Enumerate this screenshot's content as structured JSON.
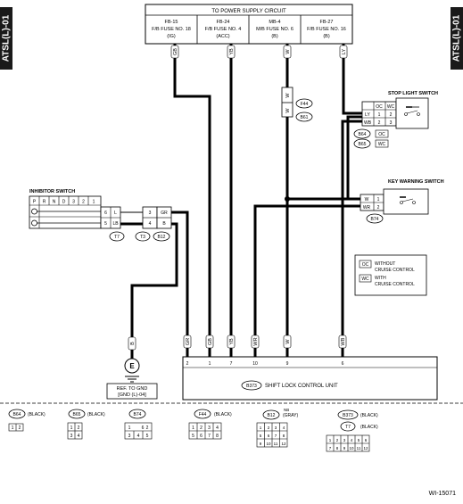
{
  "section_tab": "ATSL(L)-01",
  "doc_id": "WI-15071",
  "power": {
    "title": "TO POWER SUPPLY CIRCUIT",
    "fuses": [
      {
        "l1": "FB-15",
        "l2": "F/B FUSE NO. 18",
        "l3": "(IG)"
      },
      {
        "l1": "FB-24",
        "l2": "F/B FUSE NO. 4",
        "l3": "(ACC)"
      },
      {
        "l1": "MB-4",
        "l2": "M/B FUSE NO. 6",
        "l3": "(B)"
      },
      {
        "l1": "FB-27",
        "l2": "F/B FUSE NO. 16",
        "l3": "(B)"
      }
    ]
  },
  "wire_colors": {
    "gb": "GB",
    "yb": "YB",
    "w": "W",
    "ly": "LY",
    "wb": "WB",
    "wr": "WR",
    "gr": "GR",
    "b": "B",
    "lb": "LB",
    "l": "L"
  },
  "connectors": {
    "f44": "F44",
    "b61": "B61",
    "b64": "B64",
    "b65": "B65",
    "b74": "B74",
    "t7": "T7",
    "t3": "T3",
    "b12": "B12",
    "b373": "B373"
  },
  "stop_light": {
    "title": "STOP LIGHT SWITCH",
    "col_oc": "OC",
    "col_wc": "WC",
    "row1": [
      "1",
      "2"
    ],
    "row2": [
      "2",
      "3"
    ]
  },
  "key_warning": {
    "title": "KEY WARNING SWITCH",
    "pin1": "1",
    "pin2": "2"
  },
  "inhibitor": {
    "title": "INHIBITOR SWITCH",
    "positions": [
      "P",
      "R",
      "N",
      "D",
      "3",
      "2",
      "1"
    ],
    "pin6": "6",
    "pin5": "5",
    "pin3": "3",
    "pin4": "4"
  },
  "legend": {
    "oc_code": "OC",
    "oc_line1": "WITHOUT",
    "oc_line2": "CRUISE CONTROL",
    "wc_code": "WC",
    "wc_line1": "WITH",
    "wc_line2": "CRUISE CONTROL"
  },
  "ground": {
    "symbol": "E",
    "ref_line1": "REF. TO GND",
    "ref_line2": "[GND (L)-04]"
  },
  "unit": {
    "label": "SHIFT LOCK CONTROL UNIT",
    "pins": [
      "2",
      "1",
      "7",
      "10",
      "9",
      "6"
    ]
  },
  "connector_views": [
    {
      "code": "B64",
      "desc": "(BLACK)",
      "cells": [
        "1",
        "2"
      ]
    },
    {
      "code": "B65",
      "desc": "(BLACK)",
      "cells": [
        "1",
        "2",
        "3",
        "4"
      ]
    },
    {
      "code": "B74",
      "desc": "",
      "cells": [
        "1",
        "2",
        "3",
        "4",
        "5",
        "6"
      ]
    },
    {
      "code": "F44",
      "desc": "(BLACK)",
      "cells": [
        "1",
        "2",
        "3",
        "4",
        "5",
        "6",
        "7",
        "8"
      ]
    },
    {
      "code": "B12",
      "desc": "(GRAY)",
      "note": "NB",
      "cells": [
        "1",
        "2",
        "3",
        "4",
        "5",
        "6",
        "7",
        "8",
        "9",
        "10",
        "11",
        "12"
      ]
    },
    {
      "code": "B373",
      "desc": "(BLACK)",
      "cells": []
    },
    {
      "code": "T7",
      "desc": "(BLACK)",
      "cells": [
        "1",
        "2",
        "3",
        "4",
        "5",
        "6",
        "7",
        "8",
        "9",
        "10",
        "11",
        "12"
      ]
    }
  ]
}
